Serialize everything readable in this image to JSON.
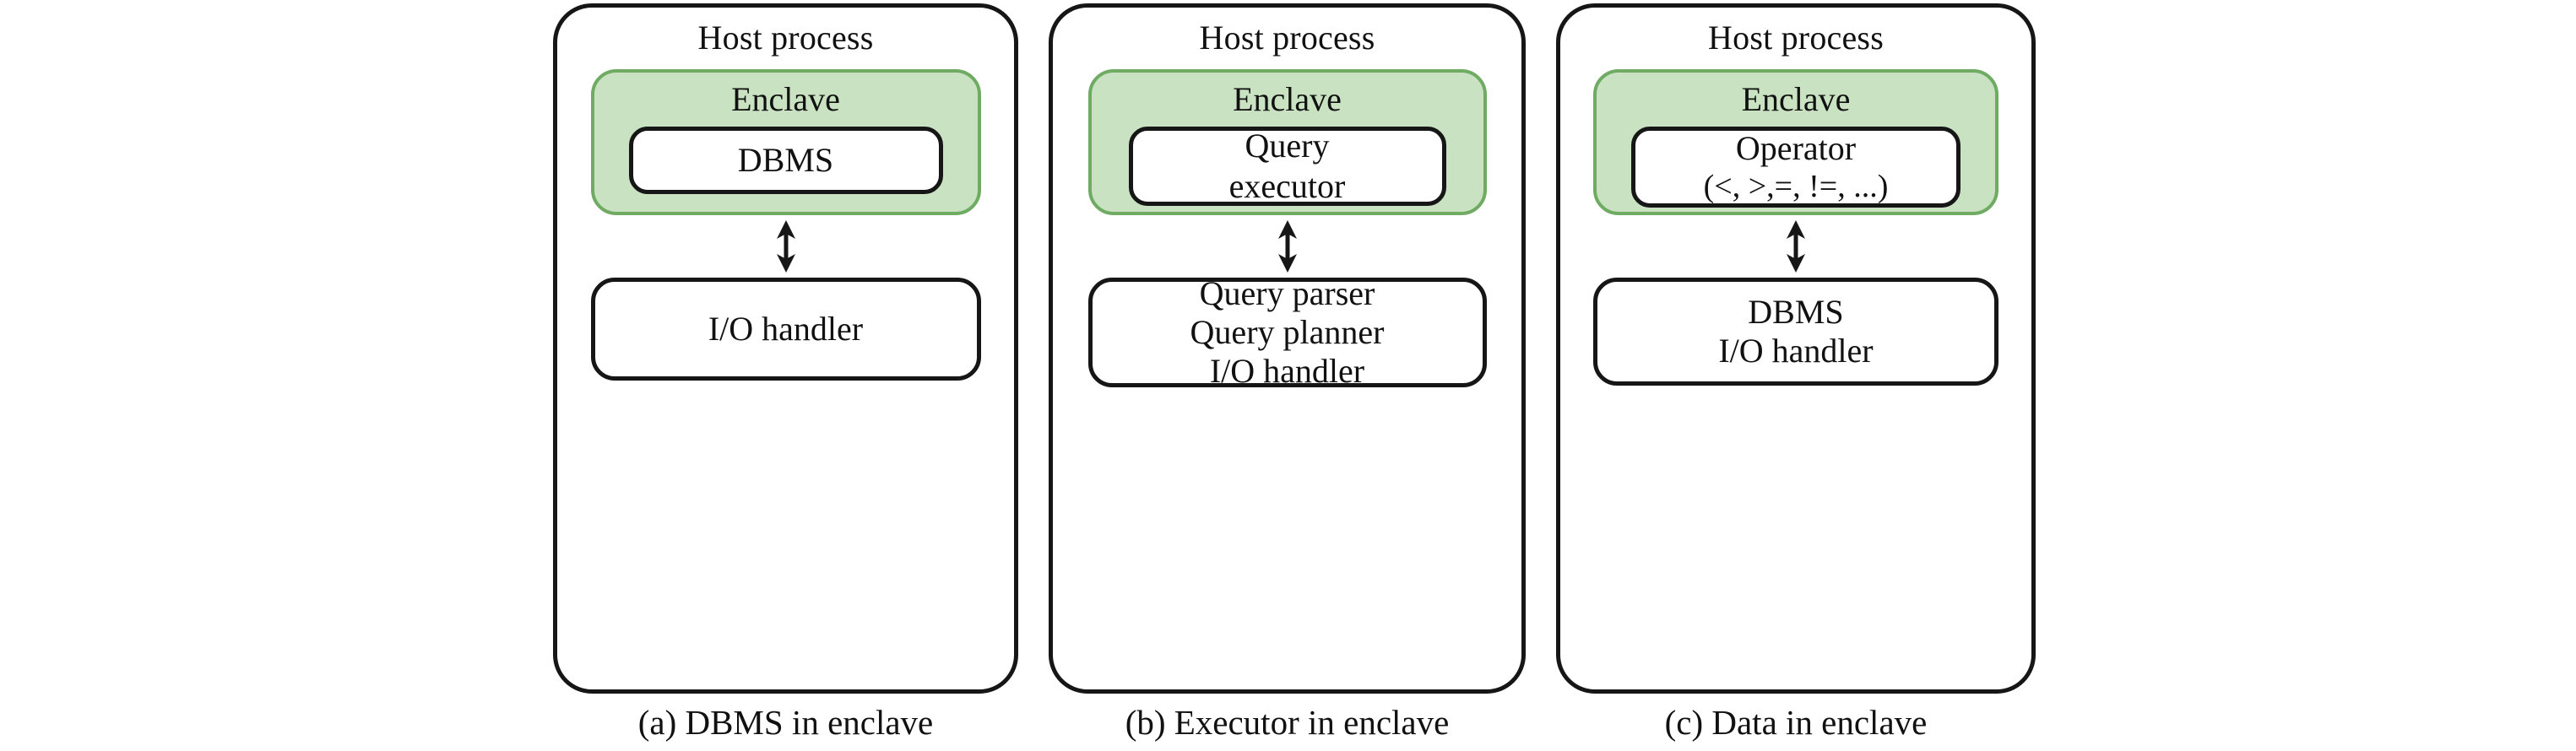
{
  "figure": {
    "colors": {
      "enclave_fill": "#c9e2c1",
      "enclave_border": "#6fab63",
      "box_border": "#161616",
      "background": "#ffffff",
      "text": "#111111"
    }
  },
  "panels": [
    {
      "id": "a",
      "host_label": "Host process",
      "enclave_label": "Enclave",
      "inner_lines": [
        "DBMS"
      ],
      "arrow": "double-headed-vertical-arrow",
      "bottom_lines": [
        "I/O handler"
      ],
      "caption": "(a) DBMS in enclave"
    },
    {
      "id": "b",
      "host_label": "Host process",
      "enclave_label": "Enclave",
      "inner_lines": [
        "Query",
        "executor"
      ],
      "arrow": "double-headed-vertical-arrow",
      "bottom_lines": [
        "Query parser",
        "Query planner",
        "I/O handler"
      ],
      "caption": "(b) Executor in enclave"
    },
    {
      "id": "c",
      "host_label": "Host process",
      "enclave_label": "Enclave",
      "inner_lines": [
        "Operator",
        "(<, >,=, !=, ...)"
      ],
      "arrow": "double-headed-vertical-arrow",
      "bottom_lines": [
        "DBMS",
        "I/O handler"
      ],
      "caption": "(c) Data in enclave"
    }
  ]
}
